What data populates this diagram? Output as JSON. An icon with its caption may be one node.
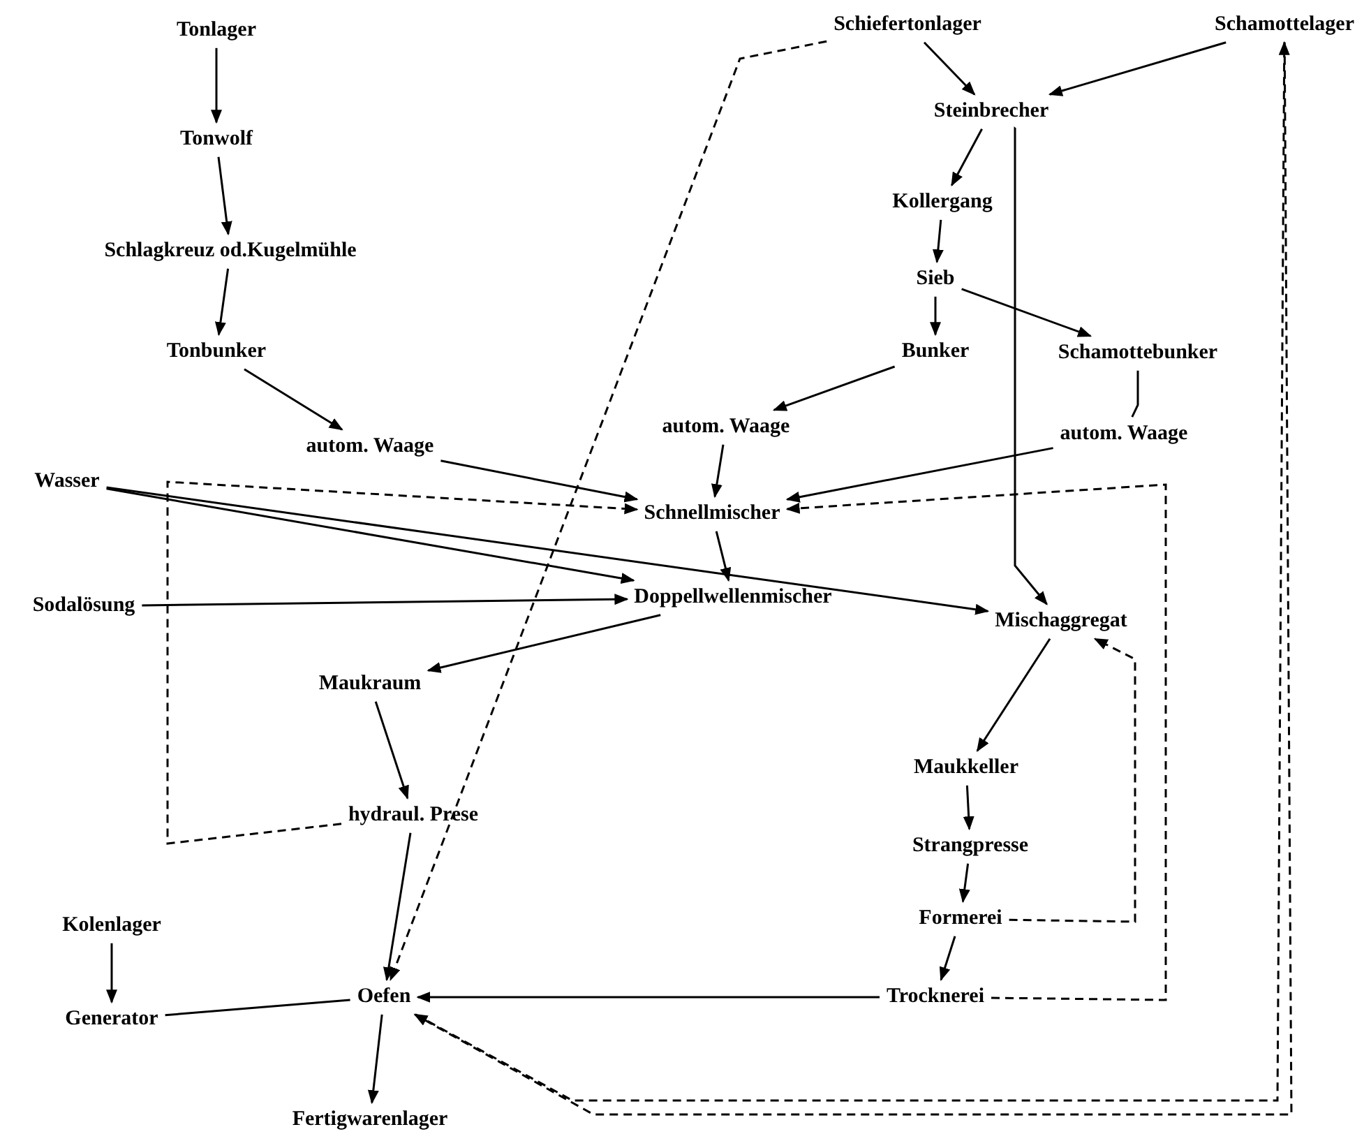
{
  "diagram": {
    "nodes": [
      {
        "text": [
          "Tonlager"
        ]
      },
      {
        "text": [
          "Tonwolf"
        ]
      },
      {
        "text": [
          "Schlagkreuz od.Kugelmühle"
        ]
      },
      {
        "text": [
          "Tonbunker"
        ]
      },
      {
        "text": [
          "autom. Waage"
        ]
      },
      {
        "text": [
          "Schiefertonlager"
        ]
      },
      {
        "text": [
          "Schamottelager"
        ]
      },
      {
        "text": [
          "Steinbrecher"
        ]
      },
      {
        "text": [
          "Kollergang"
        ]
      },
      {
        "text": [
          "Sieb"
        ]
      },
      {
        "text": [
          "Bunker"
        ]
      },
      {
        "text": [
          "Schamottebunker"
        ]
      },
      {
        "text": [
          "autom. Waage"
        ]
      },
      {
        "text": [
          "autom. Waage"
        ]
      },
      {
        "text": [
          "Wasser"
        ]
      },
      {
        "text": [
          "Schnellmischer"
        ]
      },
      {
        "text": [
          "Sodalösung"
        ]
      },
      {
        "text": [
          "Doppellwellenmischer"
        ]
      },
      {
        "text": [
          "Mischaggregat"
        ]
      },
      {
        "text": [
          "Maukraum"
        ]
      },
      {
        "text": [
          "hydraul. Prese"
        ]
      },
      {
        "text": [
          "Maukkeller"
        ]
      },
      {
        "text": [
          "Strangpresse"
        ]
      },
      {
        "text": [
          "Formerei"
        ]
      },
      {
        "text": [
          "Kolenlager"
        ]
      },
      {
        "text": [
          "Generator"
        ]
      },
      {
        "text": [
          "Oefen"
        ]
      },
      {
        "text": [
          "Trocknerei"
        ]
      },
      {
        "text": [
          "Fertigwarenlager"
        ]
      }
    ],
    "edges": [
      {
        "from": 0,
        "to": 1,
        "arrow": "to"
      },
      {
        "from": 1,
        "to": 2,
        "arrow": "to"
      },
      {
        "from": 2,
        "to": 3,
        "arrow": "to"
      },
      {
        "from": 3,
        "to": 4,
        "arrow": "to"
      },
      {
        "from": 5,
        "to": 7,
        "arrow": "to"
      },
      {
        "from": 6,
        "to": 7,
        "arrow": "to"
      },
      {
        "from": 5,
        "to": 26,
        "arrow": "to",
        "style": "dashed"
      },
      {
        "from": 7,
        "to": 8,
        "arrow": "to"
      },
      {
        "from": 8,
        "to": 9,
        "arrow": "to"
      },
      {
        "from": 9,
        "to": 10,
        "arrow": "to"
      },
      {
        "from": 9,
        "to": 11,
        "arrow": "to"
      },
      {
        "from": 10,
        "to": 12,
        "arrow": "to"
      },
      {
        "from": 12,
        "to": 15,
        "arrow": "to"
      },
      {
        "from": 4,
        "to": 15,
        "arrow": "to"
      },
      {
        "from": 13,
        "to": 15,
        "arrow": "to"
      },
      {
        "from": 11,
        "to": 13,
        "arrow": "none"
      },
      {
        "from": 7,
        "to": 18,
        "arrow": "to"
      },
      {
        "from": 14,
        "to": 18,
        "arrow": "to"
      },
      {
        "from": 14,
        "to": 17,
        "arrow": "to"
      },
      {
        "from": 16,
        "to": 17,
        "arrow": "to"
      },
      {
        "from": 15,
        "to": 17,
        "arrow": "to"
      },
      {
        "from": 17,
        "to": 19,
        "arrow": "to"
      },
      {
        "from": 19,
        "to": 20,
        "arrow": "to"
      },
      {
        "from": 20,
        "to": 26,
        "arrow": "to"
      },
      {
        "from": 24,
        "to": 25,
        "arrow": "to"
      },
      {
        "from": 25,
        "to": 26,
        "arrow": "none"
      },
      {
        "from": 27,
        "to": 26,
        "arrow": "to"
      },
      {
        "from": 26,
        "to": 28,
        "arrow": "to"
      },
      {
        "from": 18,
        "to": 21,
        "arrow": "to"
      },
      {
        "from": 21,
        "to": 22,
        "arrow": "to"
      },
      {
        "from": 22,
        "to": 23,
        "arrow": "to"
      },
      {
        "from": 23,
        "to": 27,
        "arrow": "to"
      },
      {
        "from": 20,
        "to": 15,
        "arrow": "to",
        "style": "dashed"
      },
      {
        "from": 27,
        "to": 15,
        "arrow": "to",
        "style": "dashed"
      },
      {
        "from": 23,
        "to": 18,
        "arrow": "to",
        "style": "dashed"
      },
      {
        "from": 26,
        "to": 6,
        "arrow": "to",
        "style": "dashed"
      },
      {
        "from": 6,
        "to": 26,
        "arrow": "to",
        "style": "dashed"
      }
    ]
  }
}
